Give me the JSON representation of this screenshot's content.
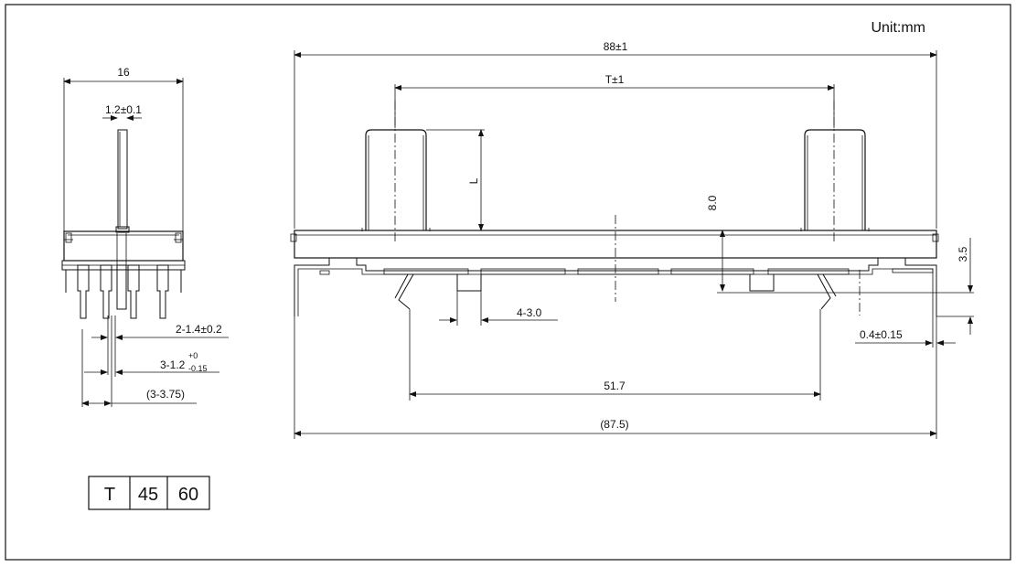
{
  "unit_label": "Unit:mm",
  "front_view": {
    "width_dim": "16",
    "shaft_dim": "1.2±0.1",
    "pin_width_dim": "2-1.4±0.2",
    "pin_thick_dim_main": "3-1.2",
    "pin_thick_dim_sup": "+0",
    "pin_thick_dim_sub": "-0.15",
    "pin_pitch_dim": "(3-3.75)"
  },
  "side_view": {
    "overall_length_dim": "88±1",
    "travel_dim": "T±1",
    "lever_height_dim": "L",
    "body_height_dim": "8.0",
    "terminal_height_dim": "3.5",
    "slot_dim": "4-3.0",
    "mount_pitch_dim": "51.7",
    "frame_thick_dim": "0.4±0.15",
    "bottom_length_dim": "(87.5)"
  },
  "travel_table": {
    "header": "T",
    "values": [
      "45",
      "60"
    ]
  }
}
